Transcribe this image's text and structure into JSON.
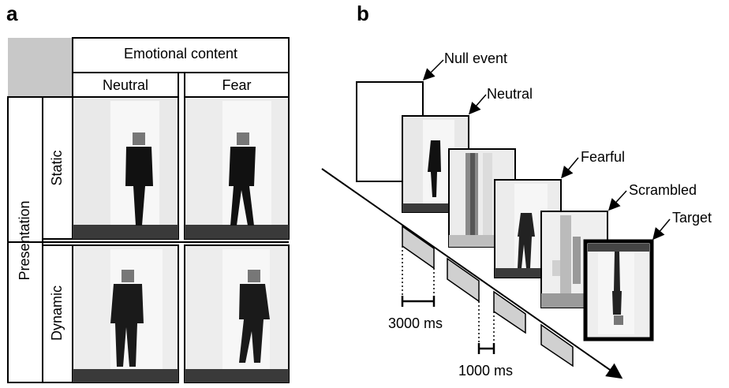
{
  "panel_a": {
    "letter": "a",
    "header": "Emotional content",
    "columns": [
      "Neutral",
      "Fear"
    ],
    "row_group": "Presentation",
    "rows": [
      "Static",
      "Dynamic"
    ]
  },
  "panel_b": {
    "letter": "b",
    "events": [
      "Null event",
      "Neutral",
      "Fearful",
      "Scrambled",
      "Target"
    ],
    "durations": [
      "3000 ms",
      "1000 ms"
    ]
  }
}
